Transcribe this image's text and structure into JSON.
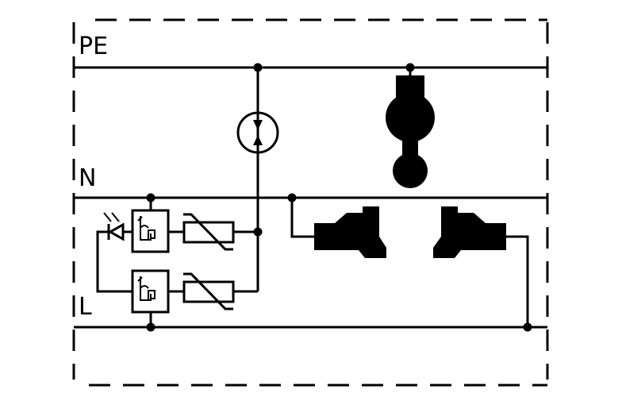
{
  "labels": {
    "pe": "PE",
    "n": "N",
    "l": "L"
  },
  "colors": {
    "line": "#000000",
    "background": "#ffffff"
  },
  "components": [
    "enclosure-boundary",
    "pe-conductor",
    "n-conductor",
    "l-conductor",
    "gas-discharge-tube",
    "thermal-disconnector",
    "varistor",
    "indicator-led",
    "socket-earth-pin",
    "socket-pin-left",
    "socket-pin-right"
  ]
}
